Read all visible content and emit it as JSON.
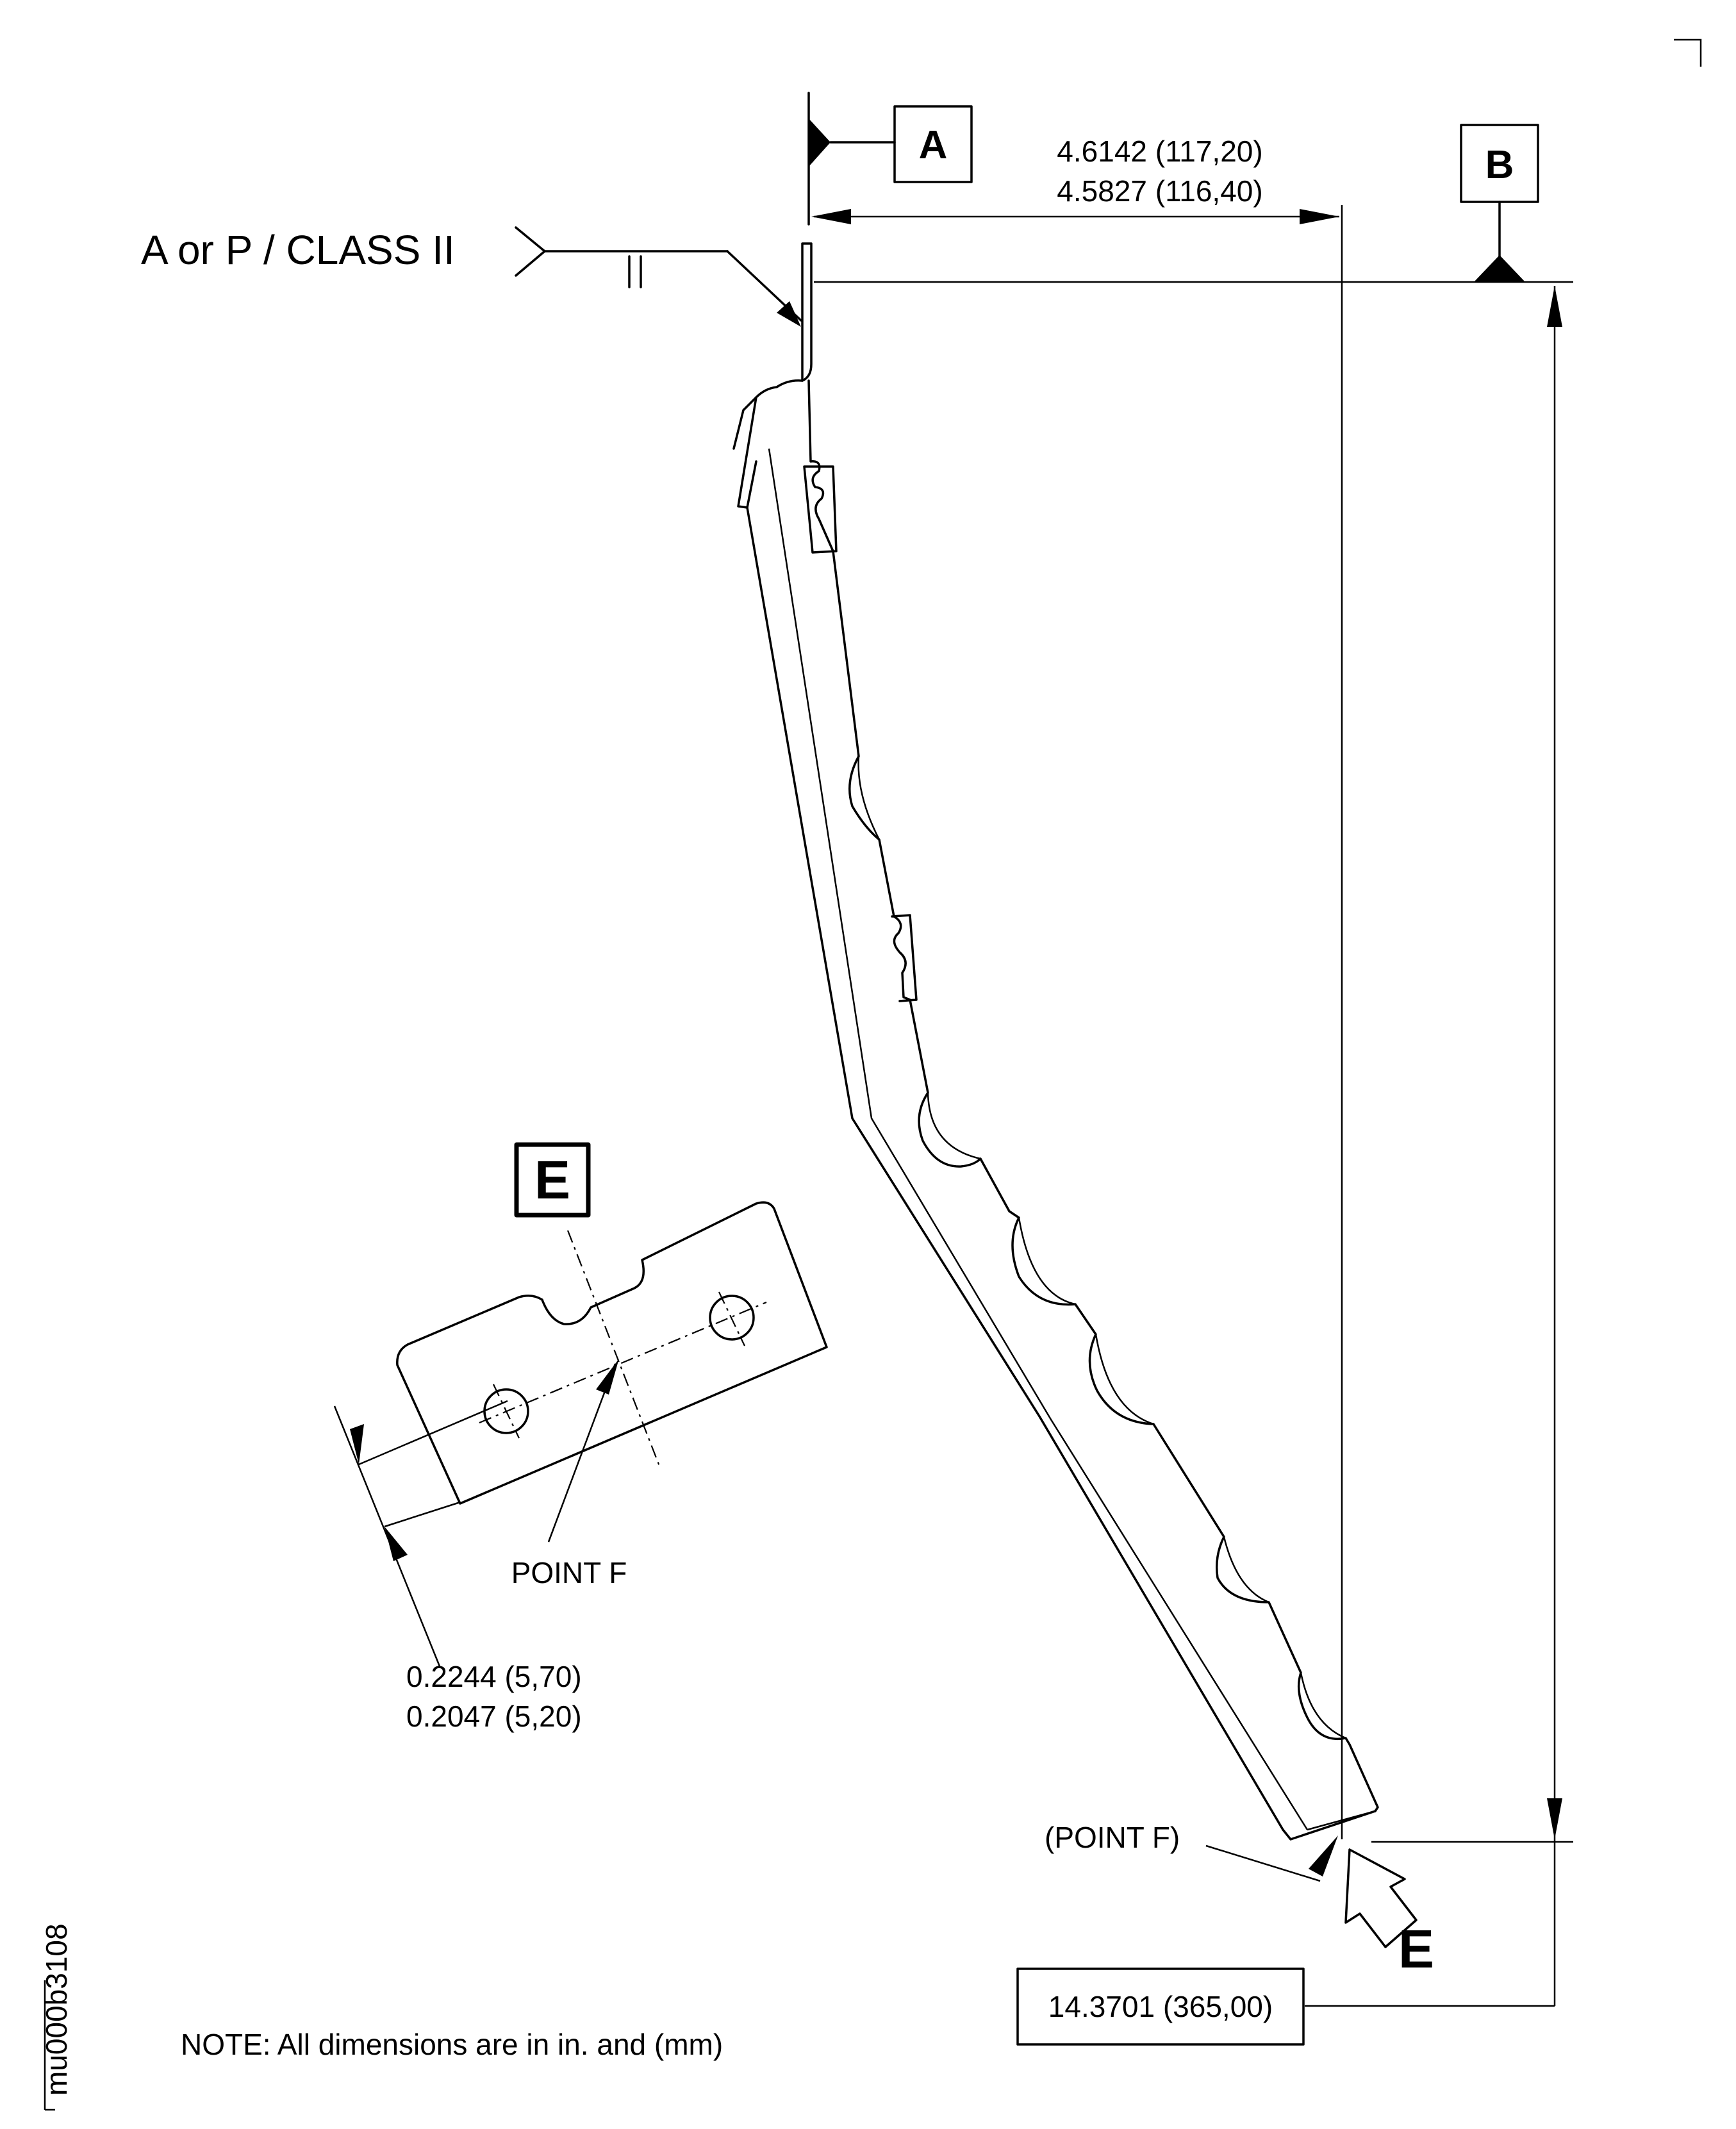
{
  "datums": {
    "a": "A",
    "b": "B",
    "e_detail": "E",
    "e_view": "E"
  },
  "weld_symbol": "A or P / CLASS II",
  "dimensions": {
    "horizontal_max": "4.6142 (117,20)",
    "horizontal_min": "4.5827 (116,40)",
    "vertical": "14.3701 (365,00)",
    "offset_max": "0.2244 (5,70)",
    "offset_min": "0.2047 (5,20)"
  },
  "labels": {
    "point_f": "POINT F",
    "point_f_ref": "(POINT F)"
  },
  "note": "NOTE: All dimensions are in in. and (mm)",
  "drawing_id": "mu000b3108"
}
